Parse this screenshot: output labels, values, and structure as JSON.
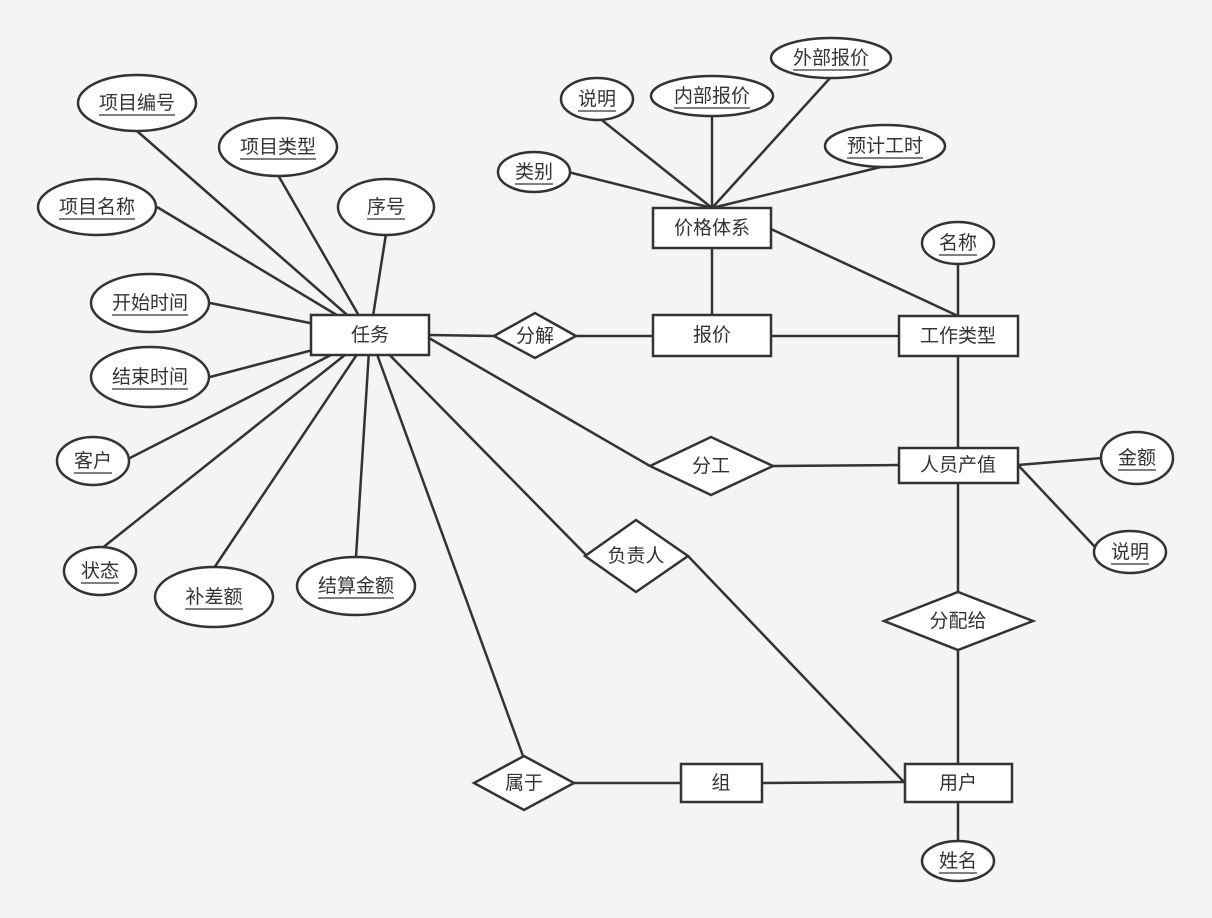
{
  "colors": {
    "background": "#f4f4f4",
    "stroke": "#333333",
    "fill": "#ffffff"
  },
  "entities": {
    "task": "任务",
    "price_system": "价格体系",
    "quote": "报价",
    "work_type": "工作类型",
    "staff_value": "人员产值",
    "group": "组",
    "user": "用户"
  },
  "relationships": {
    "decompose": "分解",
    "division": "分工",
    "owner": "负责人",
    "assign_to": "分配给",
    "belongs_to": "属于"
  },
  "attributes": {
    "task": {
      "project_no": "项目编号",
      "project_type": "项目类型",
      "project_name": "项目名称",
      "seq_no": "序号",
      "start_time": "开始时间",
      "end_time": "结束时间",
      "customer": "客户",
      "status": "状态",
      "adjustment": "补差额",
      "settle_amount": "结算金额"
    },
    "price_system": {
      "desc": "说明",
      "internal_quote": "内部报价",
      "external_quote": "外部报价",
      "category": "类别",
      "est_hours": "预计工时"
    },
    "work_type": {
      "name": "名称"
    },
    "staff_value": {
      "amount": "金额",
      "desc": "说明"
    },
    "user": {
      "fullname": "姓名"
    }
  }
}
